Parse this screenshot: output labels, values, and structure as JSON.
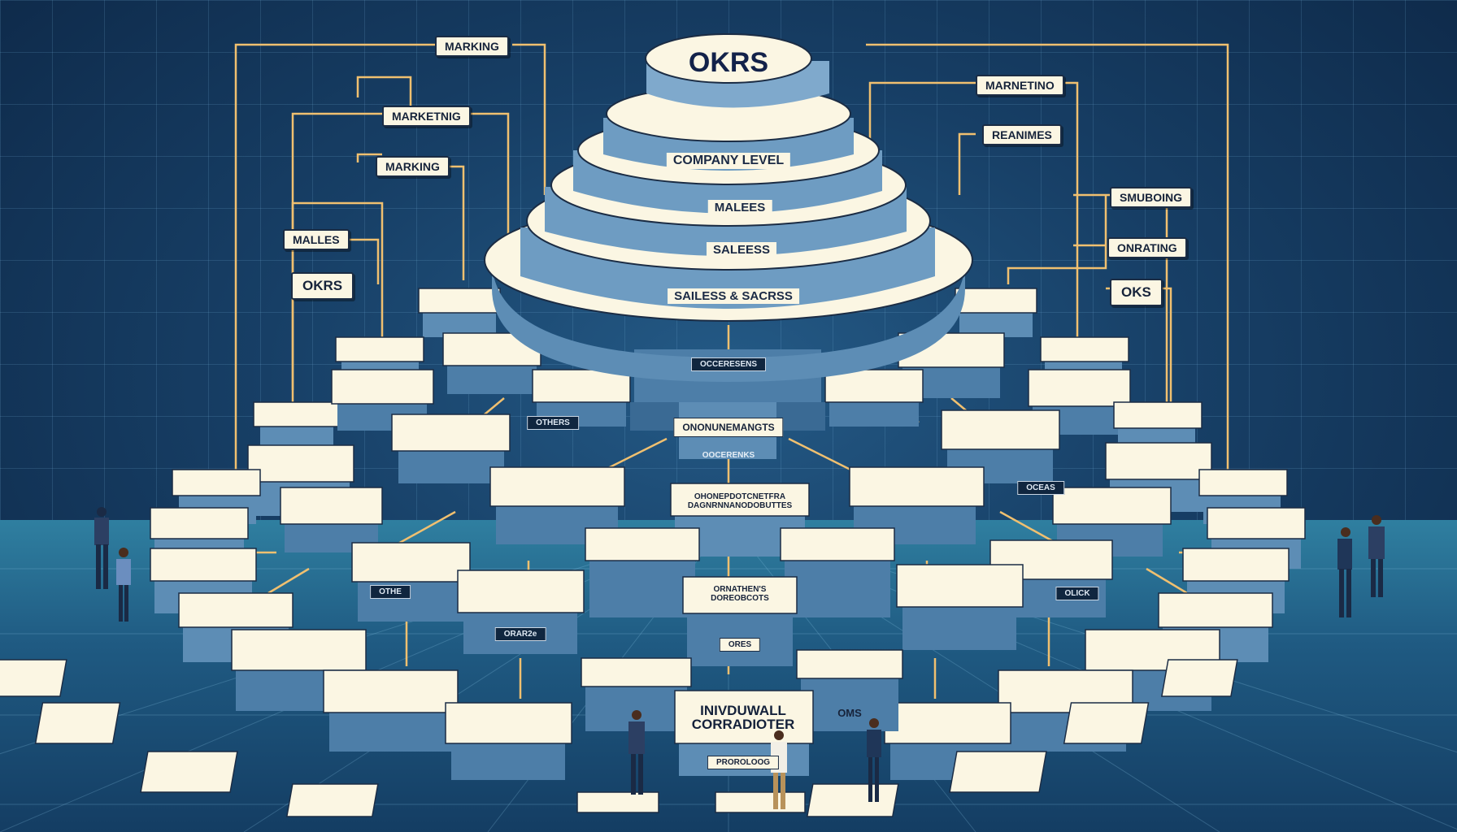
{
  "title": "OKRS",
  "tiers": [
    "COMPANY LEVEL",
    "MALEES",
    "SALEESS",
    "SAILESS & SACRSS"
  ],
  "left_tags": [
    "MARKING",
    "MARKETNIG",
    "MARKING",
    "MALLES",
    "OKRS"
  ],
  "right_tags": [
    "MARNETINO",
    "REANIMES",
    "SMUBOING",
    "ONRATING",
    "OKS"
  ],
  "center_boxes": [
    "OCCERESENS",
    "ONONUNEMANGTS",
    "OOCERENKS",
    "OHONEPDOTCNETFRA DAGNRNNANODOBUTTES",
    "ORNATHEN'S DOREOBCOTS",
    "ORES",
    "OMS"
  ],
  "bottom_box": {
    "title": "INIVDUWALL CORRADIOTER",
    "plate": "PROROLOOG"
  },
  "plates": [
    "ORAR2e",
    "OTHE",
    "OTHERS",
    "OCEAS",
    "OLICK"
  ],
  "colors": {
    "accent_line": "#f0c070",
    "card": "#fbf6e3",
    "box_side": "#5d8db5"
  }
}
